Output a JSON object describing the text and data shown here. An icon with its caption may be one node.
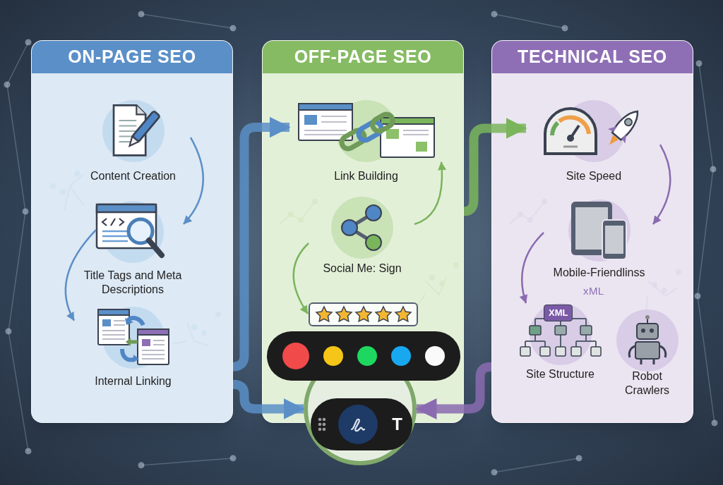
{
  "diagram": {
    "nodes": [
      {
        "text": [
          "ON-PAGE SEO"
        ]
      },
      {
        "text": [
          "Content Creation"
        ],
        "in": 0
      },
      {
        "text": [
          "Title Tags and Meta Descriptions"
        ],
        "in": 0
      },
      {
        "text": [
          "Internal Linking"
        ],
        "in": 0
      },
      {
        "text": [
          "OFF-PAGE SEO"
        ]
      },
      {
        "text": [
          "Link Building"
        ],
        "in": 4
      },
      {
        "text": [
          "Social Me: Sign"
        ],
        "in": 4
      },
      {
        "text": [],
        "shape": "box",
        "in": 4
      },
      {
        "text": [],
        "shape": "circle"
      },
      {
        "text": [
          "TECHNICAL SEO"
        ]
      },
      {
        "text": [
          "Site Speed"
        ],
        "in": 9
      },
      {
        "text": [
          "Mobile-Friendlinss"
        ],
        "in": 9
      },
      {
        "text": [
          "Site Structure"
        ],
        "in": 9
      },
      {
        "text": [
          "Robot Crawlers"
        ],
        "in": 9
      }
    ],
    "edges": [
      {
        "from": 1,
        "to": 2,
        "arrow": "to",
        "color": "#5b8fc7"
      },
      {
        "from": 2,
        "to": 3,
        "arrow": "to",
        "color": "#5b8fc7"
      },
      {
        "from": 0,
        "to": 5,
        "arrow": "to",
        "style": "thick",
        "color": "#5b8fc7"
      },
      {
        "from": 0,
        "to": 8,
        "arrow": "to",
        "style": "thick",
        "color": "#5b8fc7"
      },
      {
        "from": 6,
        "to": 5,
        "arrow": "to",
        "color": "#7ab55c"
      },
      {
        "from": 6,
        "to": 7,
        "arrow": "to",
        "color": "#7ab55c"
      },
      {
        "from": 4,
        "to": 10,
        "arrow": "to",
        "style": "thick",
        "color": "#7ab55c"
      },
      {
        "from": 10,
        "to": 11,
        "arrow": "to",
        "color": "#8a6bb0"
      },
      {
        "from": 11,
        "to": 12,
        "arrow": "to",
        "color": "#8a6bb0"
      },
      {
        "from": 9,
        "to": 8,
        "arrow": "to",
        "style": "thick",
        "color": "#8a6bb0"
      }
    ],
    "labels": [
      "xML",
      "XML",
      "T"
    ]
  }
}
